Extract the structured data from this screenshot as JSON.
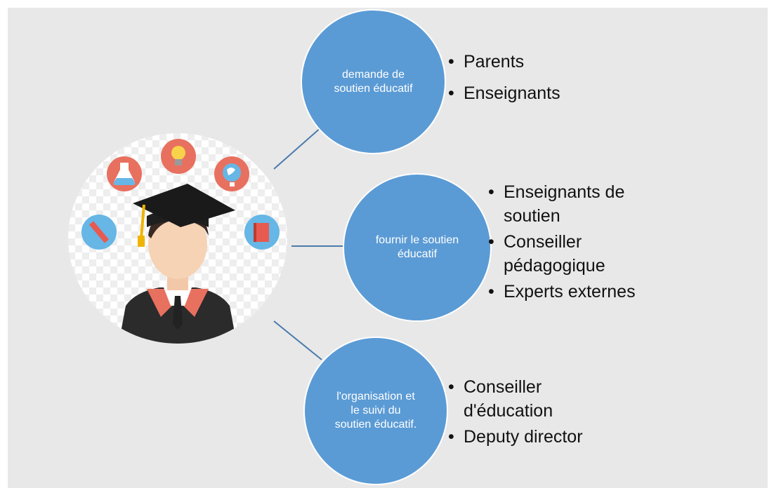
{
  "diagram": {
    "colors": {
      "background": "#e8e8e8",
      "node_fill": "#5b9bd5",
      "connector": "#4a7bab",
      "text_on_node": "#ffffff"
    },
    "hub": {
      "icon_names": [
        "flask-icon",
        "lightbulb-icon",
        "globe-icon",
        "ruler-icon",
        "book-icon",
        "graduate-avatar"
      ]
    },
    "nodes": [
      {
        "label": "demande de soutien éducatif",
        "items": [
          "Parents",
          "Enseignants"
        ]
      },
      {
        "label": "fournir le soutien éducatif",
        "items": [
          "Enseignants de soutien",
          "Conseiller pédagogique",
          "Experts externes"
        ]
      },
      {
        "label": "l'organisation et le suivi du soutien éducatif.",
        "items": [
          "Conseiller d'éducation",
          "Deputy director"
        ]
      }
    ]
  }
}
